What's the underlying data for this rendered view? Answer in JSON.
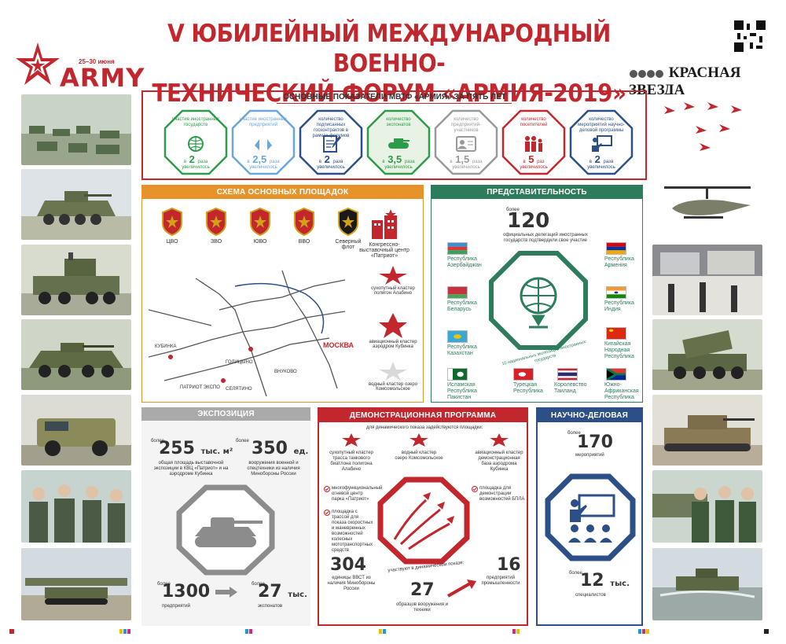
{
  "header": {
    "title_line1": "V ЮБИЛЕЙНЫЙ МЕЖДУНАРОДНЫЙ ВОЕННО-",
    "title_line2": "ТЕХНИЧЕСКИЙ ФОРУМ «АРМИЯ-2019»",
    "logo_word": "ARMY",
    "logo_dates": "25–30 июня",
    "newspaper": "КРАСНАЯ ЗВЕЗДА"
  },
  "kpi": {
    "heading": "ОСНОВНЫЕ ПОКАЗАТЕЛИ МВТФ «АРМИЯ» ЗА ПЯТЬ ЛЕТ",
    "items": [
      {
        "label": "участие иностранных государств",
        "prefix": "в",
        "value": "2",
        "unit": "раза",
        "sub": "увеличилось",
        "color": "#2d9c4a"
      },
      {
        "label": "участие иностранных предприятий",
        "prefix": "в",
        "value": "2,5",
        "unit": "раза",
        "sub": "увеличилось",
        "color": "#6aa6d8"
      },
      {
        "label": "количество подписанных госконтрактов в рамках форумов",
        "prefix": "в",
        "value": "2",
        "unit": "раза",
        "sub": "увеличилось",
        "color": "#2b4f86"
      },
      {
        "label": "количество экспонатов",
        "prefix": "в",
        "value": "3,5",
        "unit": "раза",
        "sub": "увеличилось",
        "color": "#2d9c4a"
      },
      {
        "label": "количество предприятий-участников",
        "prefix": "в",
        "value": "1,5",
        "unit": "раза",
        "sub": "увеличилось",
        "color": "#999999"
      },
      {
        "label": "количество посетителей",
        "prefix": "в",
        "value": "5",
        "unit": "раз",
        "sub": "увеличилось",
        "color": "#c1272d"
      },
      {
        "label": "количество мероприятий научно-деловой программы",
        "prefix": "в",
        "value": "2",
        "unit": "раза",
        "sub": "увеличилось",
        "color": "#2b4f86"
      }
    ]
  },
  "schema": {
    "heading": "СХЕМА ОСНОВНЫХ ПЛОЩАДОК",
    "emblems": [
      "ЦВО",
      "ЗВО",
      "ЮВО",
      "ВВО",
      "Северный флот"
    ],
    "congress": "Конгрессно-выставочный центр «Патриот»",
    "clusters": [
      "сухопутный кластер полигон Алабино",
      "авиационный кластер аэродром Кубинка",
      "водный кластер озеро Комсомольское"
    ],
    "map_labels": {
      "moscow": "МОСКВА",
      "kubinka": "КУБИНКА",
      "golitsyno": "ГОЛИЦЫНО",
      "selyatino": "СЕЛЯТИНО",
      "patriot": "ПАТРИОТ ЭКСПО",
      "vnukovo": "ВНУКОВО"
    }
  },
  "repr": {
    "heading": "ПРЕДСТАВИТЕЛЬНОСТЬ",
    "more": "более",
    "value": "120",
    "desc": "официальных делегаций иностранных государств подтвердили свое участие",
    "arc": "10 национальных экспозиций иностранных государств",
    "countries": [
      {
        "name": "Республика Азербайджан"
      },
      {
        "name": "Республика Беларусь"
      },
      {
        "name": "Республика Казахстан"
      },
      {
        "name": "Исламская Республика Пакистан"
      },
      {
        "name": "Турецкая Республика"
      },
      {
        "name": "Королевство Таиланд"
      },
      {
        "name": "Республика Армения"
      },
      {
        "name": "Республика Индия"
      },
      {
        "name": "Китайская Народная Республика"
      },
      {
        "name": "Южно-Африканская Республика"
      }
    ]
  },
  "expo": {
    "heading": "ЭКСПОЗИЦИЯ",
    "more": "более",
    "area_value": "255",
    "area_unit": "тыс. м²",
    "area_desc": "общая площадь выставочной экспозиции в КВЦ «Патриот» и на аэродроме Кубинка",
    "arms_value": "350",
    "arms_unit": "ед.",
    "arms_desc": "вооружения военной и спецтехники из наличия Минобороны России",
    "firms_value": "1300",
    "firms_desc": "предприятий",
    "exhibits_value": "27",
    "exhibits_unit": "тыс.",
    "exhibits_desc": "экспонатов"
  },
  "demo": {
    "heading": "ДЕМОНСТРАЦИОННАЯ ПРОГРАММА",
    "intro": "для динамического показа задействуются площадки:",
    "clusters": [
      "сухопутный кластер",
      "водный кластер",
      "авиационный кластер"
    ],
    "cluster_places": [
      "трасса танкового биатлона полигона Алабино",
      "озеро Комсомольское",
      "демонстрационная база аэродрома Кубинка"
    ],
    "items": [
      "многофункциональный огневой центр парка «Патриот»",
      "площадка с трассой для показа скоростных и маневренных возможностей колесных мототранспортных средств",
      "площадка для демонстрации возможностей БПЛА"
    ],
    "arc": "участвуют в динамическом показе:",
    "v1": "304",
    "v1_desc": "единицы ВВСТ из наличия Минобороны России",
    "v2": "27",
    "v2_desc": "образцов вооружения и техники",
    "v3": "16",
    "v3_desc": "предприятий промышленности"
  },
  "sci": {
    "heading": "НАУЧНО-ДЕЛОВАЯ ПРОГРАММА",
    "more": "более",
    "v1": "170",
    "v1_desc": "мероприятий",
    "v2": "12",
    "v2_unit": "тыс.",
    "v2_desc": "специалистов"
  },
  "colors": {
    "red": "#c1272d",
    "orange": "#e8922a",
    "green": "#2d7c5c",
    "blue": "#2b4f86",
    "gray": "#aaaaaa"
  }
}
